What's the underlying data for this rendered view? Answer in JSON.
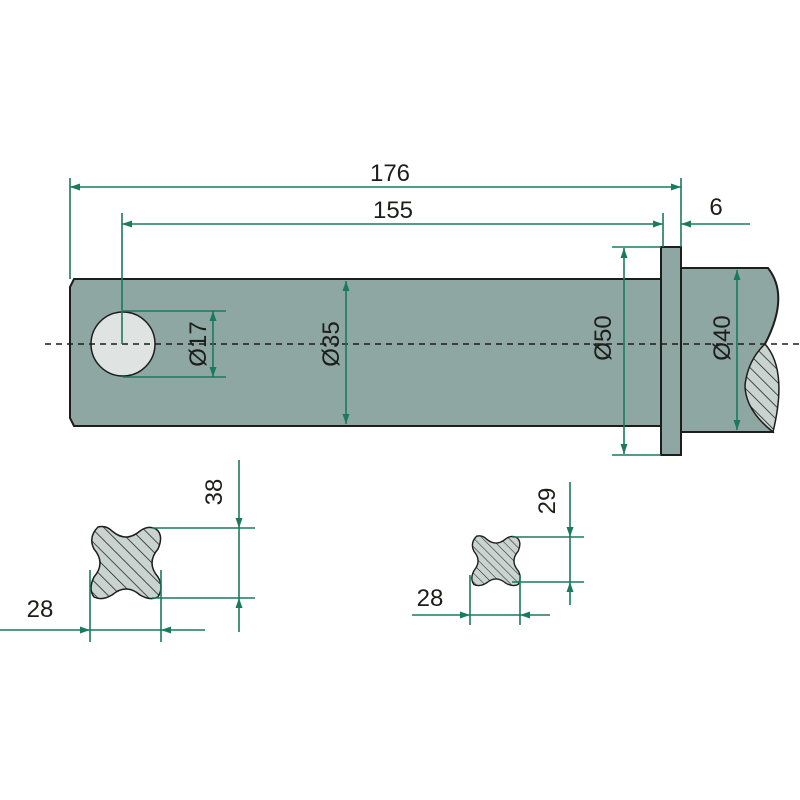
{
  "colors": {
    "body": "#8ea7a2",
    "dimension": "#1a7a5c",
    "outline": "#1d1d1b",
    "section": "#c9d3d0"
  },
  "dimensions": {
    "overall_length": "176",
    "hole_distance": "155",
    "flange_thickness": "6",
    "hole_diameter": "Ø17",
    "shaft_diameter": "Ø35",
    "flange_diameter": "Ø50",
    "rear_diameter": "Ø40"
  },
  "sections": [
    {
      "height": "38",
      "width": "28"
    },
    {
      "height": "29",
      "width": "28"
    }
  ]
}
